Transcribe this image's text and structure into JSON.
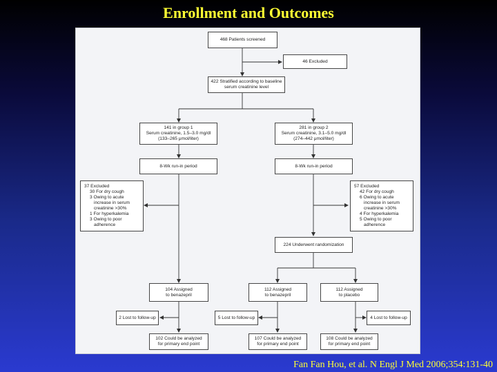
{
  "title": "Enrollment and Outcomes",
  "citation": "Fan Fan Hou, et al. N Engl J Med 2006;354:131-40",
  "flowchart": {
    "screened": "468 Patients screened",
    "excluded_initial": "46 Excluded",
    "stratified": [
      "422 Stratified according to baseline",
      "serum creatinine level"
    ],
    "group1": [
      "141 in group 1",
      "Serum creatinine, 1.5–3.0 mg/dl",
      "(133–265 μmol/liter)"
    ],
    "group2": [
      "281 in group 2",
      "Serum creatinine, 3.1–5.0 mg/dl",
      "(274–442 μmol/liter)"
    ],
    "runin1": "8-Wk run-in period",
    "runin2": "8-Wk run-in period",
    "excluded_g1": [
      "37 Excluded",
      "30 For dry cough",
      "3 Owing to acute",
      "increase in serum",
      "creatinine >30%",
      "1 For hyperkalemia",
      "3 Owing to poor",
      "adherence"
    ],
    "excluded_g2": [
      "57 Excluded",
      "42 For dry cough",
      "6 Owing to acute",
      "increase in serum",
      "creatinine >30%",
      "4 For hyperkalemia",
      "5 Owing to poor",
      "adherence"
    ],
    "randomization": "224 Underwent randomization",
    "assigned_g1": [
      "104 Assigned",
      "to benazepril"
    ],
    "assigned_g2_benazepril": [
      "112 Assigned",
      "to benazepril"
    ],
    "assigned_g2_placebo": [
      "112 Assigned",
      "to placebo"
    ],
    "lost_g1": "2 Lost to follow-up",
    "lost_g2_benazepril": "5 Lost to follow-up",
    "lost_g2_placebo": "4 Lost to follow-up",
    "analyzed_g1": [
      "102 Could be analyzed",
      "for primary end point"
    ],
    "analyzed_g2_benazepril": [
      "107 Could be analyzed",
      "for primary end point"
    ],
    "analyzed_g2_placebo": [
      "108 Could be analyzed",
      "for primary end point"
    ]
  }
}
